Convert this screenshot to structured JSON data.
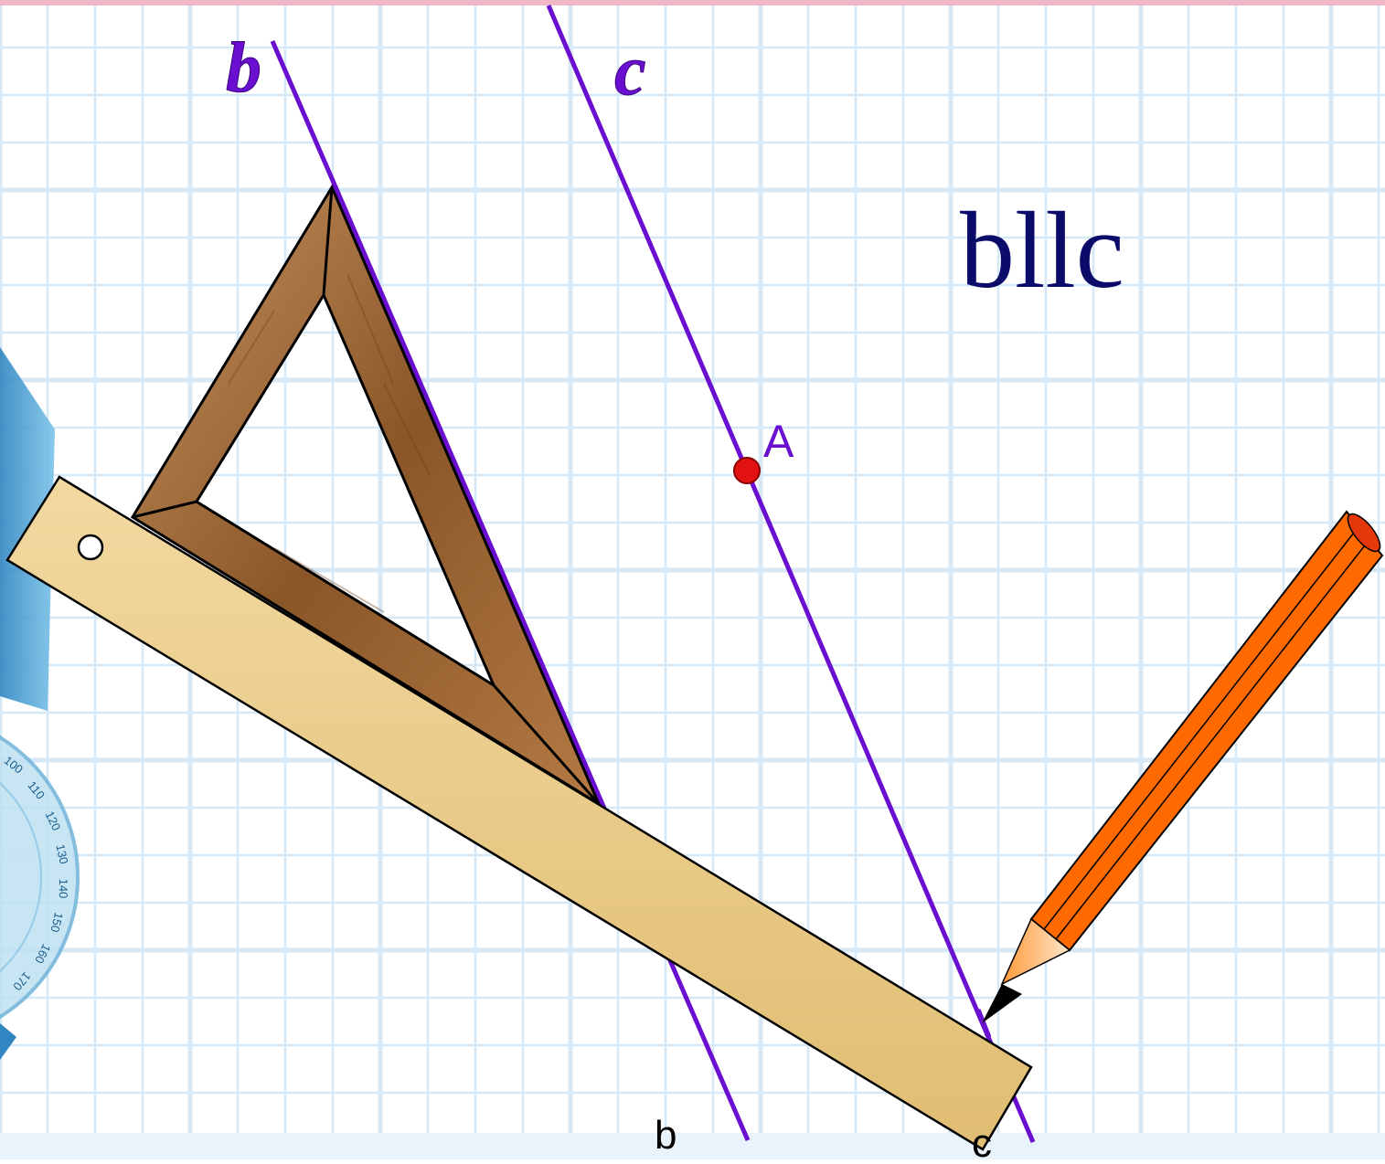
{
  "labels": {
    "line_b_top": "b",
    "line_c_top": "c",
    "relation": "bllc",
    "point_a": "A",
    "line_b_bottom": "b",
    "line_c_bottom": "c"
  },
  "protractor_ticks": [
    "100",
    "110",
    "120",
    "130",
    "140",
    "150",
    "160",
    "170"
  ],
  "colors": {
    "line": "#6a0ed0",
    "relation_text": "#0b0b6a",
    "point_fill": "#e21212",
    "ruler": "#e8c57a",
    "triangle": "#a0683a",
    "pencil": "#ff6a00",
    "grid": "#d6e8f6",
    "protractor": "#4fa6d6"
  },
  "icons": {
    "pencil": "pencil-icon",
    "ruler": "ruler-icon",
    "set_square": "set-square-icon",
    "protractor": "protractor-icon"
  }
}
